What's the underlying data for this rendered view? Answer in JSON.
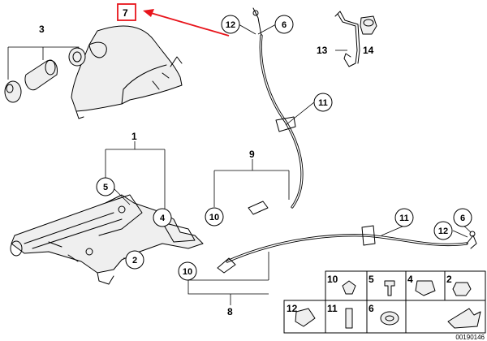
{
  "diagram": {
    "reference_number": "00190146",
    "highlight_color": "#e8141b",
    "callouts": {
      "c7": "7",
      "c3": "3",
      "c12a": "12",
      "c6a": "6",
      "c13": "13",
      "c14": "14",
      "c11a": "11",
      "c1": "1",
      "c9": "9",
      "c5": "5",
      "c4": "4",
      "c10a": "10",
      "c11b": "11",
      "c12b": "12",
      "c6b": "6",
      "c2": "2",
      "c10b": "10",
      "c8": "8"
    },
    "legend": {
      "row1": [
        "10",
        "5",
        "4",
        "2"
      ],
      "row2": [
        "12",
        "11",
        "6"
      ]
    }
  }
}
